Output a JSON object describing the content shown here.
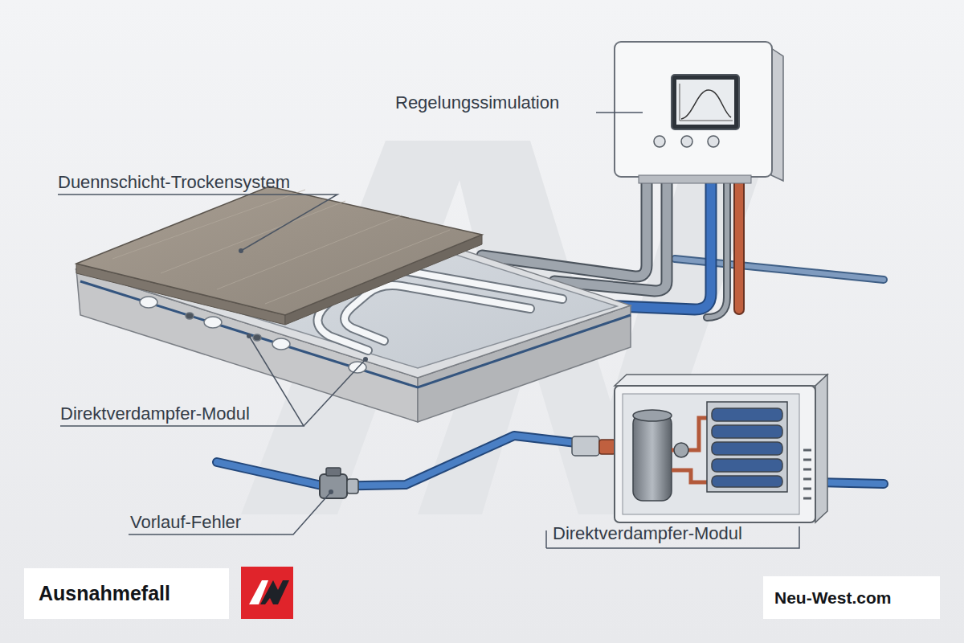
{
  "diagram": {
    "nodes": [
      {
        "text": [
          "Ausnahmefall"
        ]
      },
      {
        "text": [
          "Neu-West.com"
        ]
      }
    ],
    "labels": [
      "Regelungssimulation",
      "Duennschicht-Trockensystem",
      "Direktverdampfer-Modul",
      "Vorlauf-Fehler",
      "Direktverdampfer-Modul"
    ]
  }
}
